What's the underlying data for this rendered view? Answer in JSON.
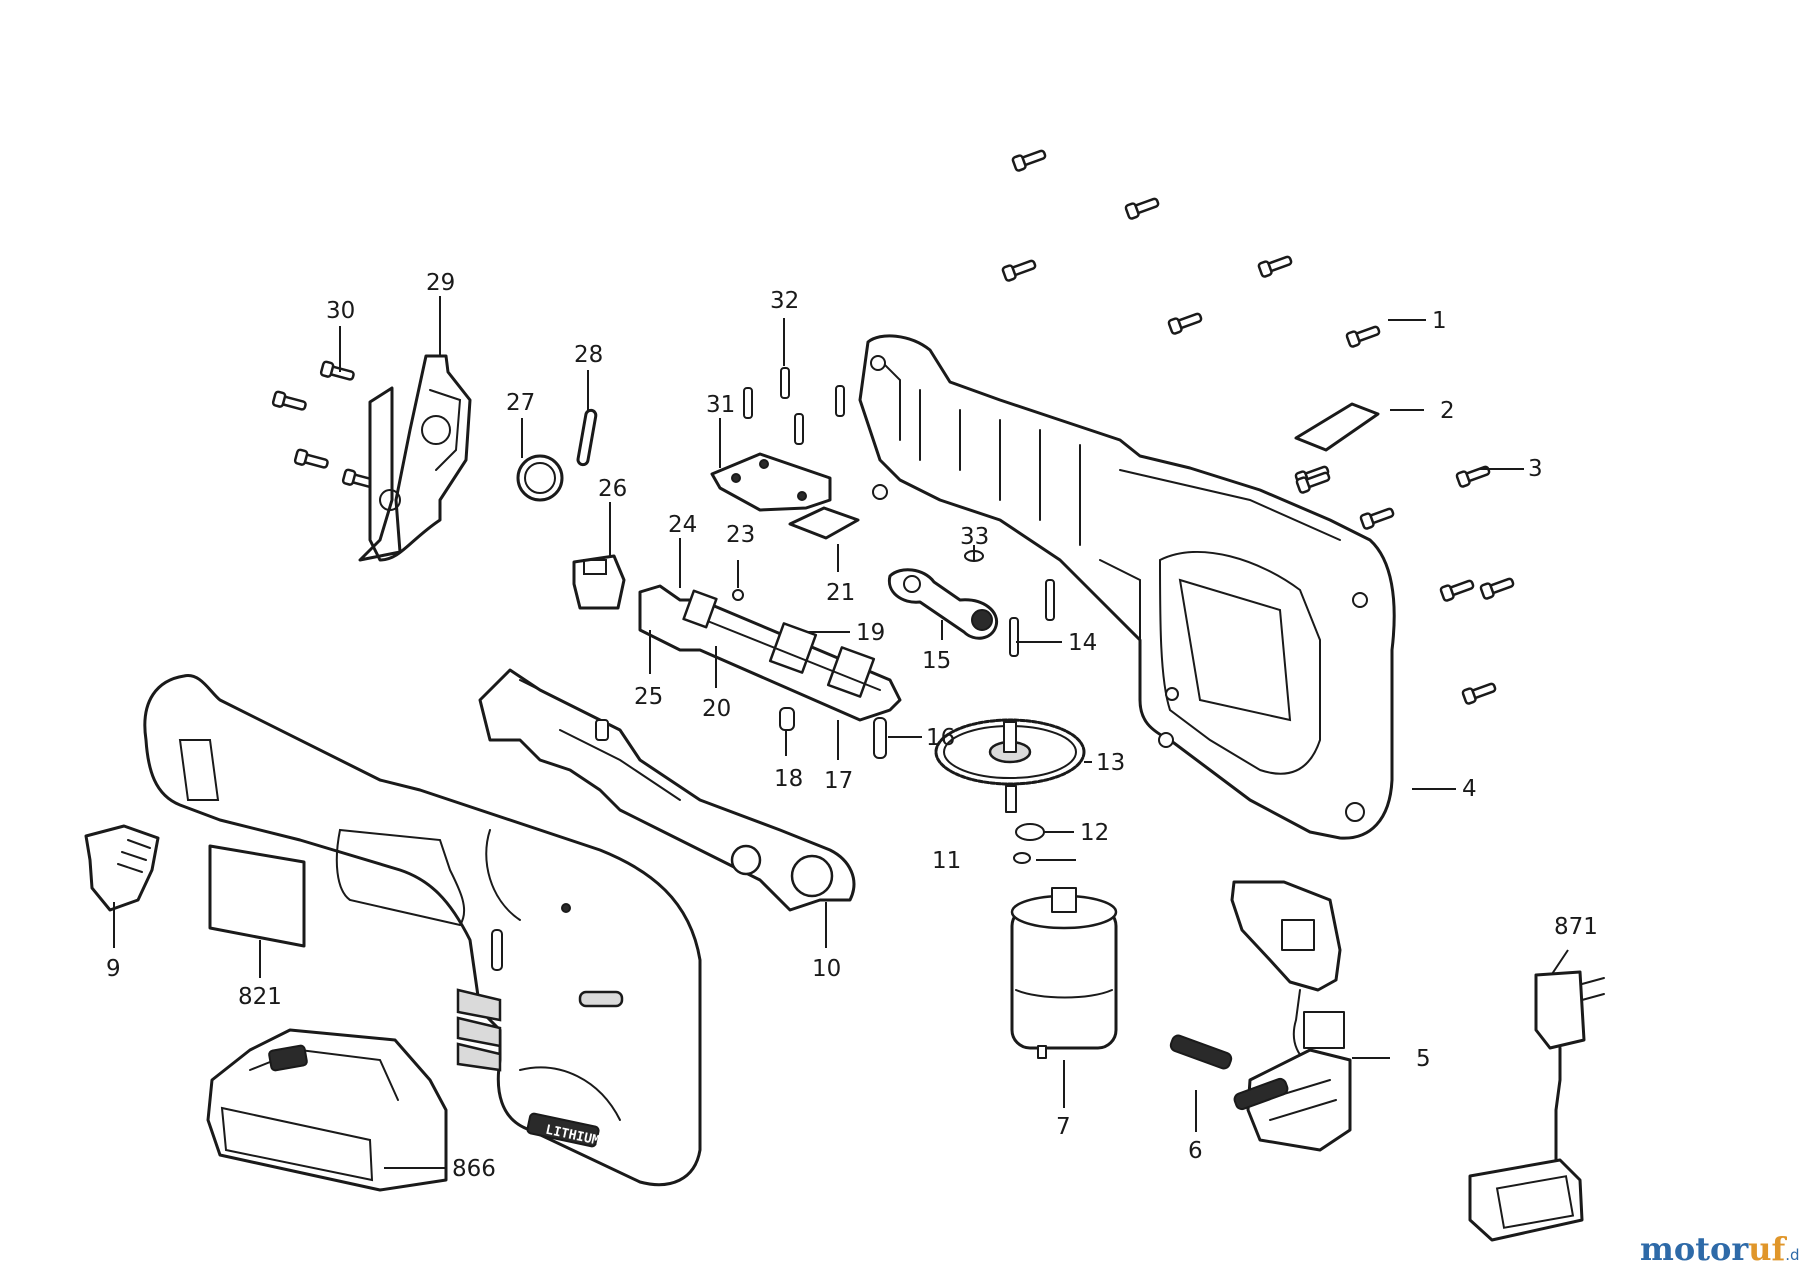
{
  "labels": [
    {
      "id": "1",
      "text": "1"
    },
    {
      "id": "2",
      "text": "2"
    },
    {
      "id": "3",
      "text": "3"
    },
    {
      "id": "4",
      "text": "4"
    },
    {
      "id": "5",
      "text": "5"
    },
    {
      "id": "6",
      "text": "6"
    },
    {
      "id": "7",
      "text": "7"
    },
    {
      "id": "9",
      "text": "9"
    },
    {
      "id": "10",
      "text": "10"
    },
    {
      "id": "11",
      "text": "11"
    },
    {
      "id": "12",
      "text": "12"
    },
    {
      "id": "13",
      "text": "13"
    },
    {
      "id": "14",
      "text": "14"
    },
    {
      "id": "15",
      "text": "15"
    },
    {
      "id": "16",
      "text": "16"
    },
    {
      "id": "17",
      "text": "17"
    },
    {
      "id": "18",
      "text": "18"
    },
    {
      "id": "19",
      "text": "19"
    },
    {
      "id": "20",
      "text": "20"
    },
    {
      "id": "21",
      "text": "21"
    },
    {
      "id": "23",
      "text": "23"
    },
    {
      "id": "24",
      "text": "24"
    },
    {
      "id": "25",
      "text": "25"
    },
    {
      "id": "26",
      "text": "26"
    },
    {
      "id": "27",
      "text": "27"
    },
    {
      "id": "28",
      "text": "28"
    },
    {
      "id": "29",
      "text": "29"
    },
    {
      "id": "30",
      "text": "30"
    },
    {
      "id": "31",
      "text": "31"
    },
    {
      "id": "32",
      "text": "32"
    },
    {
      "id": "33",
      "text": "33"
    },
    {
      "id": "821",
      "text": "821"
    },
    {
      "id": "866",
      "text": "866"
    },
    {
      "id": "871",
      "text": "871"
    }
  ],
  "battery_badge": "LITHIUM",
  "logo": {
    "brand_main": "motor",
    "brand_accent": "uf",
    "suffix": ".de"
  },
  "colors": {
    "line": "#1a1a1a",
    "logo_blue": "#2e6aa8",
    "logo_orange": "#e0962a"
  }
}
